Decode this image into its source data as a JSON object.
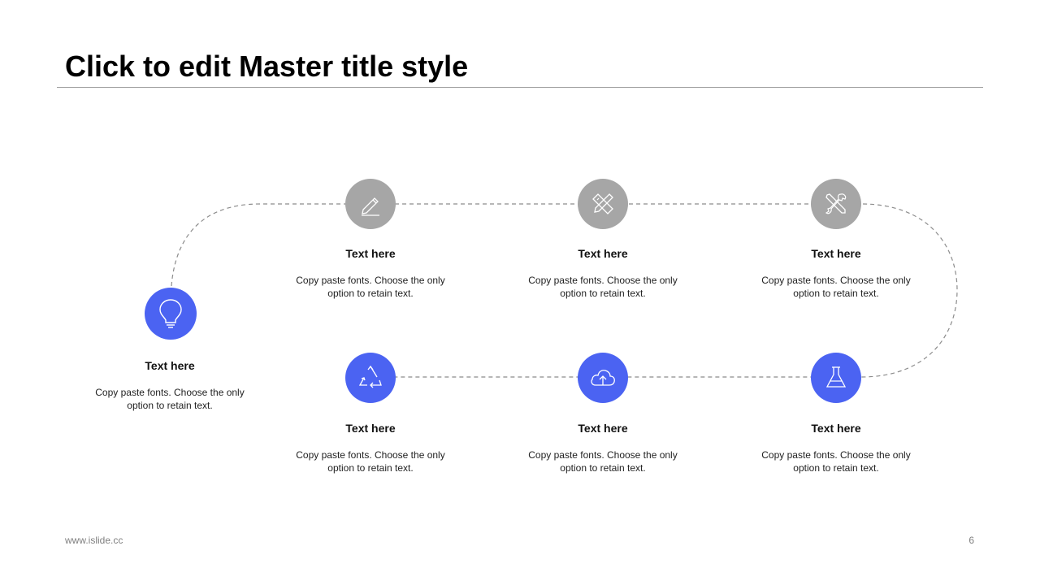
{
  "slide": {
    "title": "Click to edit Master title style",
    "footer_url": "www.islide.cc",
    "page_number": "6"
  },
  "colors": {
    "accent_blue": "#4b63f2",
    "neutral_gray": "#a6a6a6",
    "path_dash": "#8c8c8c"
  },
  "steps": [
    {
      "icon": "lightbulb-icon",
      "title": "Text here",
      "desc_line1": "Copy paste fonts. Choose the only",
      "desc_line2": "option to retain text."
    },
    {
      "icon": "pencil-icon",
      "title": "Text here",
      "desc_line1": "Copy paste fonts. Choose the only",
      "desc_line2": "option to retain text."
    },
    {
      "icon": "ruler-pencil-icon",
      "title": "Text here",
      "desc_line1": "Copy paste fonts. Choose the only",
      "desc_line2": "option to retain text."
    },
    {
      "icon": "tools-icon",
      "title": "Text here",
      "desc_line1": "Copy paste fonts. Choose the only",
      "desc_line2": "option to retain text."
    },
    {
      "icon": "recycle-icon",
      "title": "Text here",
      "desc_line1": "Copy paste fonts. Choose the only",
      "desc_line2": "option to retain text."
    },
    {
      "icon": "cloud-upload-icon",
      "title": "Text here",
      "desc_line1": "Copy paste fonts. Choose the only",
      "desc_line2": "option to retain text."
    },
    {
      "icon": "flask-icon",
      "title": "Text here",
      "desc_line1": "Copy paste fonts. Choose the only",
      "desc_line2": "option to retain text."
    }
  ]
}
